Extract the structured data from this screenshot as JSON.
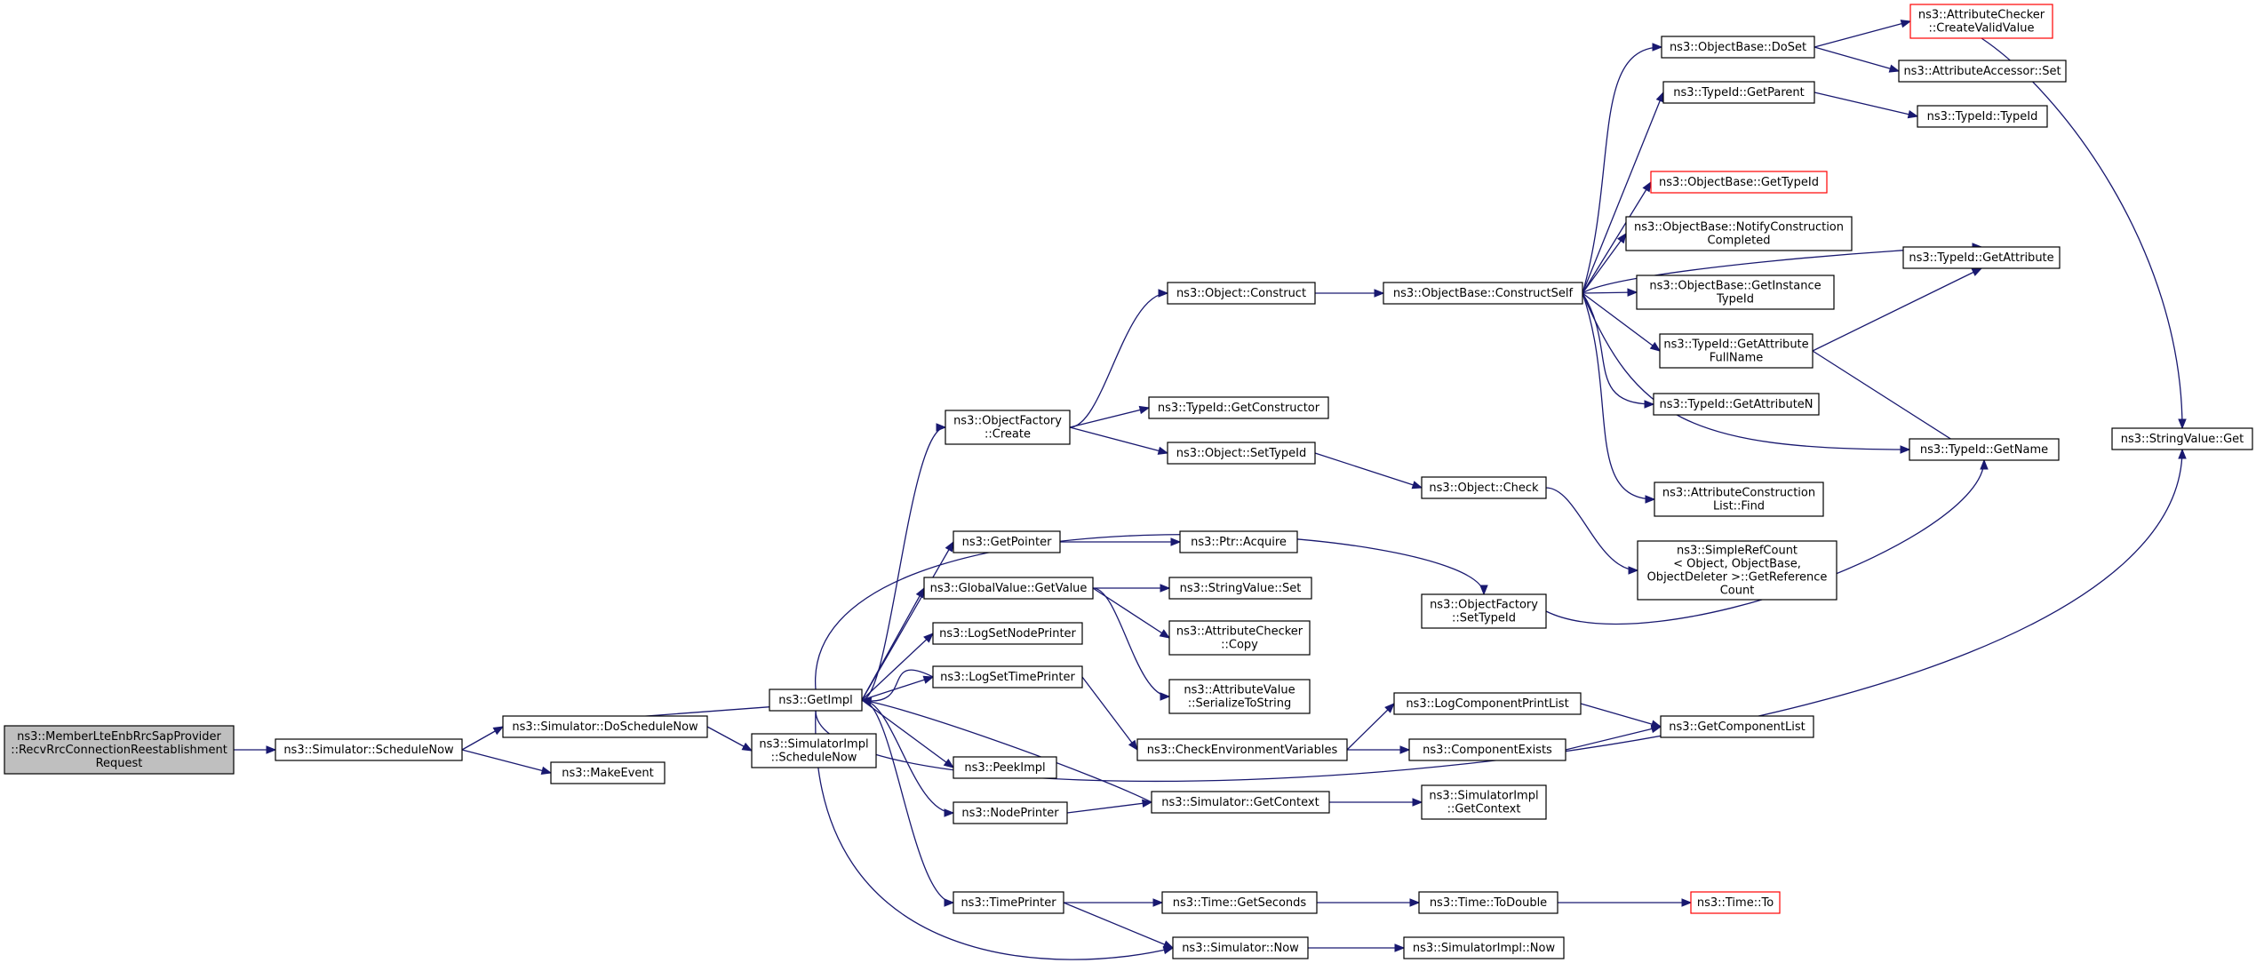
{
  "graph": {
    "nodes": [
      {
        "id": "n0",
        "lines": [
          "ns3::MemberLteEnbRrcSapProvider",
          "::RecvRrcConnectionReestablishment",
          "Request"
        ],
        "root": true
      },
      {
        "id": "n1",
        "lines": [
          "ns3::Simulator::ScheduleNow"
        ]
      },
      {
        "id": "n2",
        "lines": [
          "ns3::Simulator::DoScheduleNow"
        ]
      },
      {
        "id": "n3",
        "lines": [
          "ns3::MakeEvent"
        ]
      },
      {
        "id": "n4",
        "lines": [
          "ns3::GetImpl"
        ]
      },
      {
        "id": "n5",
        "lines": [
          "ns3::SimulatorImpl",
          "::ScheduleNow"
        ]
      },
      {
        "id": "n6",
        "lines": [
          "ns3::ObjectFactory",
          "::Create"
        ]
      },
      {
        "id": "n7",
        "lines": [
          "ns3::GetPointer"
        ]
      },
      {
        "id": "n8",
        "lines": [
          "ns3::GlobalValue::GetValue"
        ]
      },
      {
        "id": "n9",
        "lines": [
          "ns3::LogSetNodePrinter"
        ]
      },
      {
        "id": "n10",
        "lines": [
          "ns3::LogSetTimePrinter"
        ]
      },
      {
        "id": "n11",
        "lines": [
          "ns3::PeekImpl"
        ]
      },
      {
        "id": "n12",
        "lines": [
          "ns3::NodePrinter"
        ]
      },
      {
        "id": "n13",
        "lines": [
          "ns3::TimePrinter"
        ]
      },
      {
        "id": "n14",
        "lines": [
          "ns3::Object::Construct"
        ]
      },
      {
        "id": "n15",
        "lines": [
          "ns3::TypeId::GetConstructor"
        ]
      },
      {
        "id": "n16",
        "lines": [
          "ns3::Object::SetTypeId"
        ]
      },
      {
        "id": "n17",
        "lines": [
          "ns3::Ptr::Acquire"
        ]
      },
      {
        "id": "n18",
        "lines": [
          "ns3::StringValue::Set"
        ]
      },
      {
        "id": "n19",
        "lines": [
          "ns3::AttributeChecker",
          "::Copy"
        ]
      },
      {
        "id": "n20",
        "lines": [
          "ns3::AttributeValue",
          "::SerializeToString"
        ]
      },
      {
        "id": "n21",
        "lines": [
          "ns3::CheckEnvironmentVariables"
        ]
      },
      {
        "id": "n22",
        "lines": [
          "ns3::Simulator::GetContext"
        ]
      },
      {
        "id": "n23",
        "lines": [
          "ns3::Time::GetSeconds"
        ]
      },
      {
        "id": "n24",
        "lines": [
          "ns3::Simulator::Now"
        ]
      },
      {
        "id": "n25",
        "lines": [
          "ns3::ObjectBase::ConstructSelf"
        ]
      },
      {
        "id": "n26",
        "lines": [
          "ns3::Object::Check"
        ]
      },
      {
        "id": "n27",
        "lines": [
          "ns3::ObjectFactory",
          "::SetTypeId"
        ]
      },
      {
        "id": "n28",
        "lines": [
          "ns3::LogComponentPrintList"
        ]
      },
      {
        "id": "n29",
        "lines": [
          "ns3::ComponentExists"
        ]
      },
      {
        "id": "n30",
        "lines": [
          "ns3::SimulatorImpl",
          "::GetContext"
        ]
      },
      {
        "id": "n31",
        "lines": [
          "ns3::Time::ToDouble"
        ]
      },
      {
        "id": "n32",
        "lines": [
          "ns3::SimulatorImpl::Now"
        ]
      },
      {
        "id": "n33",
        "lines": [
          "ns3::ObjectBase::DoSet"
        ]
      },
      {
        "id": "n34",
        "lines": [
          "ns3::TypeId::GetParent"
        ]
      },
      {
        "id": "n35",
        "lines": [
          "ns3::ObjectBase::GetTypeId"
        ],
        "truncated": true
      },
      {
        "id": "n36",
        "lines": [
          "ns3::ObjectBase::NotifyConstruction",
          "Completed"
        ]
      },
      {
        "id": "n37",
        "lines": [
          "ns3::ObjectBase::GetInstance",
          "TypeId"
        ]
      },
      {
        "id": "n38",
        "lines": [
          "ns3::TypeId::GetAttribute",
          "FullName"
        ]
      },
      {
        "id": "n39",
        "lines": [
          "ns3::TypeId::GetAttributeN"
        ]
      },
      {
        "id": "n40",
        "lines": [
          "ns3::AttributeConstruction",
          "List::Find"
        ]
      },
      {
        "id": "n41",
        "lines": [
          "ns3::SimpleRefCount",
          "< Object, ObjectBase,",
          "ObjectDeleter >::GetReference",
          "Count"
        ]
      },
      {
        "id": "n42",
        "lines": [
          "ns3::GetComponentList"
        ]
      },
      {
        "id": "n43",
        "lines": [
          "ns3::Time::To"
        ],
        "truncated": true
      },
      {
        "id": "n44",
        "lines": [
          "ns3::AttributeChecker",
          "::CreateValidValue"
        ],
        "truncated": true
      },
      {
        "id": "n45",
        "lines": [
          "ns3::AttributeAccessor::Set"
        ]
      },
      {
        "id": "n46",
        "lines": [
          "ns3::TypeId::TypeId"
        ]
      },
      {
        "id": "n47",
        "lines": [
          "ns3::TypeId::GetAttribute"
        ]
      },
      {
        "id": "n48",
        "lines": [
          "ns3::TypeId::GetName"
        ]
      },
      {
        "id": "n49",
        "lines": [
          "ns3::StringValue::Get"
        ]
      }
    ],
    "edges": [
      [
        "n0",
        "n1"
      ],
      [
        "n1",
        "n2"
      ],
      [
        "n1",
        "n3"
      ],
      [
        "n2",
        "n4"
      ],
      [
        "n2",
        "n5"
      ],
      [
        "n4",
        "n6"
      ],
      [
        "n4",
        "n7"
      ],
      [
        "n4",
        "n8"
      ],
      [
        "n4",
        "n9"
      ],
      [
        "n4",
        "n10"
      ],
      [
        "n4",
        "n11"
      ],
      [
        "n4",
        "n12"
      ],
      [
        "n4",
        "n13"
      ],
      [
        "n4",
        "n27"
      ],
      [
        "n4",
        "n49"
      ],
      [
        "n4",
        "n24"
      ],
      [
        "n6",
        "n14"
      ],
      [
        "n6",
        "n15"
      ],
      [
        "n6",
        "n16"
      ],
      [
        "n7",
        "n17"
      ],
      [
        "n8",
        "n18"
      ],
      [
        "n8",
        "n19"
      ],
      [
        "n8",
        "n20"
      ],
      [
        "n10",
        "n21"
      ],
      [
        "n10",
        "n4"
      ],
      [
        "n12",
        "n22"
      ],
      [
        "n13",
        "n23"
      ],
      [
        "n13",
        "n24"
      ],
      [
        "n14",
        "n25"
      ],
      [
        "n16",
        "n26"
      ],
      [
        "n21",
        "n28"
      ],
      [
        "n21",
        "n29"
      ],
      [
        "n22",
        "n30"
      ],
      [
        "n22",
        "n4"
      ],
      [
        "n23",
        "n31"
      ],
      [
        "n24",
        "n32"
      ],
      [
        "n25",
        "n33"
      ],
      [
        "n25",
        "n34"
      ],
      [
        "n25",
        "n35"
      ],
      [
        "n25",
        "n36"
      ],
      [
        "n25",
        "n37"
      ],
      [
        "n25",
        "n38"
      ],
      [
        "n25",
        "n39"
      ],
      [
        "n25",
        "n40"
      ],
      [
        "n25",
        "n47"
      ],
      [
        "n25",
        "n48"
      ],
      [
        "n26",
        "n41"
      ],
      [
        "n27",
        "n48"
      ],
      [
        "n28",
        "n42"
      ],
      [
        "n29",
        "n42"
      ],
      [
        "n31",
        "n43"
      ],
      [
        "n33",
        "n44"
      ],
      [
        "n33",
        "n45"
      ],
      [
        "n34",
        "n46"
      ],
      [
        "n38",
        "n47"
      ],
      [
        "n38",
        "n48"
      ],
      [
        "n44",
        "n49"
      ]
    ]
  }
}
